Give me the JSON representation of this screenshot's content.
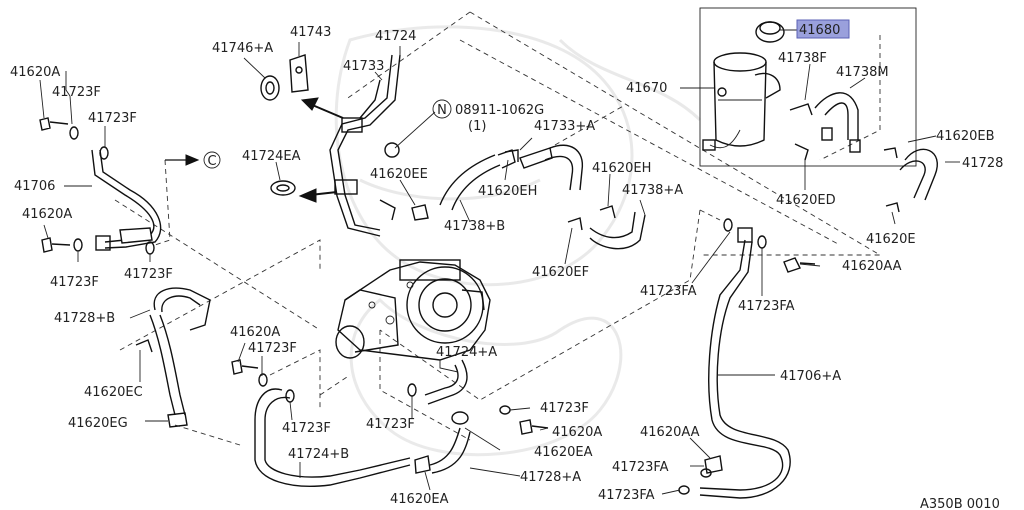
{
  "diagram": {
    "diagram_code": "A350B 0010",
    "callouts": [
      {
        "id": "c-41743",
        "text": "41743"
      },
      {
        "id": "c-41746a",
        "text": "41746+A"
      },
      {
        "id": "c-41724",
        "text": "41724"
      },
      {
        "id": "c-41733",
        "text": "41733"
      },
      {
        "id": "c-41680",
        "text": "41680"
      },
      {
        "id": "c-41670",
        "text": "41670"
      },
      {
        "id": "c-41738f",
        "text": "41738F"
      },
      {
        "id": "c-41738m",
        "text": "41738M"
      },
      {
        "id": "c-41620a-1",
        "text": "41620A"
      },
      {
        "id": "c-41723f-1",
        "text": "41723F"
      },
      {
        "id": "c-41723f-2",
        "text": "41723F"
      },
      {
        "id": "c-41706",
        "text": "41706"
      },
      {
        "id": "c-41620a-2",
        "text": "41620A"
      },
      {
        "id": "c-41723f-3",
        "text": "41723F"
      },
      {
        "id": "c-41723f-4",
        "text": "41723F"
      },
      {
        "id": "c-08911",
        "text": "08911-1062G"
      },
      {
        "id": "c-08911-qty",
        "text": "(1)"
      },
      {
        "id": "c-41733a",
        "text": "41733+A"
      },
      {
        "id": "c-41724ea",
        "text": "41724EA"
      },
      {
        "id": "c-41620ee",
        "text": "41620EE"
      },
      {
        "id": "c-41620eh-1",
        "text": "41620EH"
      },
      {
        "id": "c-41620eh-2",
        "text": "41620EH"
      },
      {
        "id": "c-41738a",
        "text": "41738+A"
      },
      {
        "id": "c-41738b",
        "text": "41738+B"
      },
      {
        "id": "c-41620eb",
        "text": "41620EB"
      },
      {
        "id": "c-41728",
        "text": "41728"
      },
      {
        "id": "c-41620ed",
        "text": "41620ED"
      },
      {
        "id": "c-41620e",
        "text": "41620E"
      },
      {
        "id": "c-41620ef",
        "text": "41620EF"
      },
      {
        "id": "c-41620aa-1",
        "text": "41620AA"
      },
      {
        "id": "c-41723fa-1",
        "text": "41723FA"
      },
      {
        "id": "c-41723fa-2",
        "text": "41723FA"
      },
      {
        "id": "c-41728b",
        "text": "41728+B"
      },
      {
        "id": "c-41620a-3",
        "text": "41620A"
      },
      {
        "id": "c-41723f-5",
        "text": "41723F"
      },
      {
        "id": "c-41620ec",
        "text": "41620EC"
      },
      {
        "id": "c-41724a",
        "text": "41724+A"
      },
      {
        "id": "c-41706a",
        "text": "41706+A"
      },
      {
        "id": "c-41620eg",
        "text": "41620EG"
      },
      {
        "id": "c-41723f-6",
        "text": "41723F"
      },
      {
        "id": "c-41723f-7",
        "text": "41723F"
      },
      {
        "id": "c-41723f-8",
        "text": "41723F"
      },
      {
        "id": "c-41620a-4",
        "text": "41620A"
      },
      {
        "id": "c-41620ea-1",
        "text": "41620EA"
      },
      {
        "id": "c-41620aa-2",
        "text": "41620AA"
      },
      {
        "id": "c-41724b",
        "text": "41724+B"
      },
      {
        "id": "c-41723fa-3",
        "text": "41723FA"
      },
      {
        "id": "c-41728a",
        "text": "41728+A"
      },
      {
        "id": "c-41723fa-4",
        "text": "41723FA"
      },
      {
        "id": "c-41620ea-2",
        "text": "41620EA"
      }
    ],
    "symbols": {
      "circle_c": "C",
      "circle_n": "N"
    },
    "highlight_color": "#9aa0dc"
  }
}
